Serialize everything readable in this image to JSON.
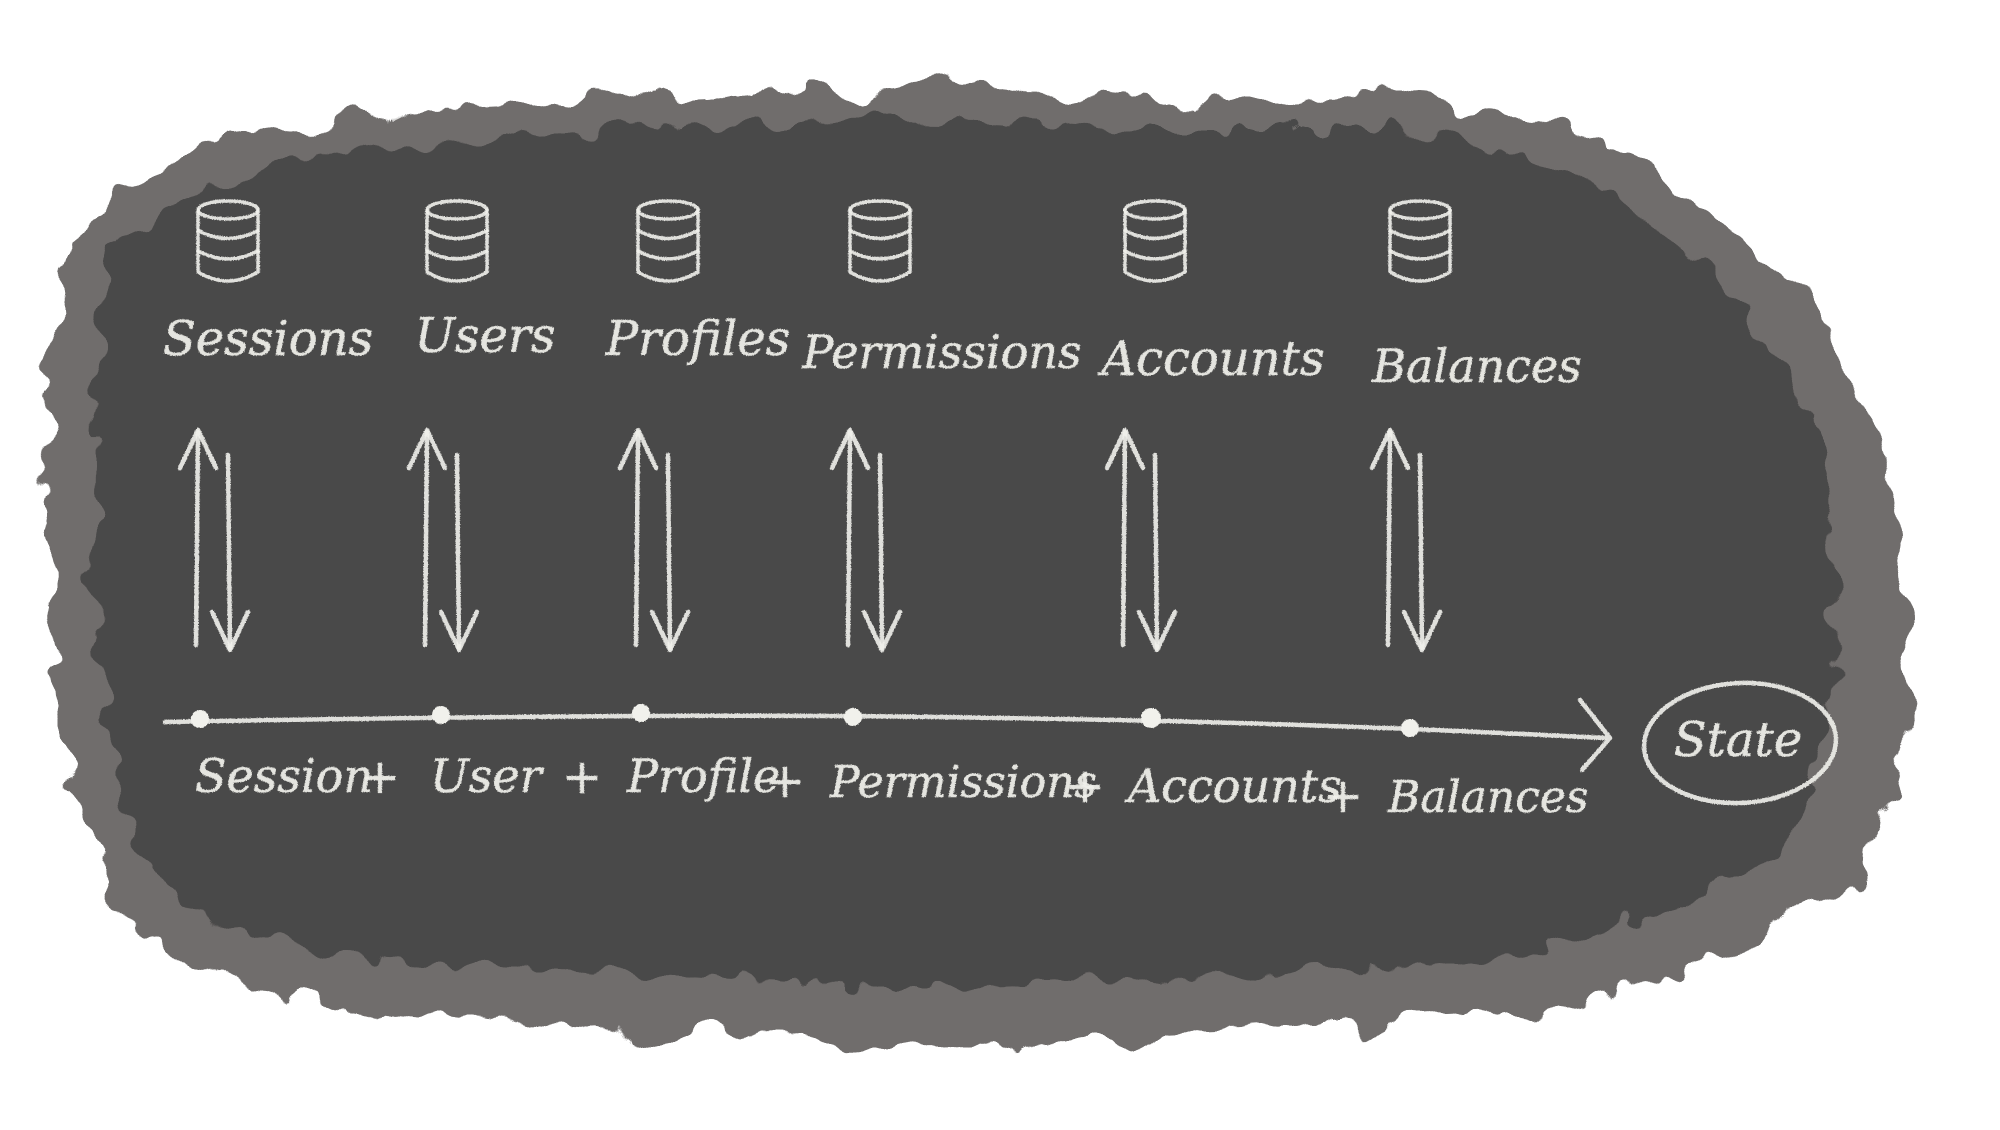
{
  "colors": {
    "board": "#4a4848",
    "board_edge": "#6f6d6c",
    "chalk": "#f1f1ec",
    "background": "#ffffff"
  },
  "stores": [
    {
      "label": "Sessions",
      "icon": "database-icon"
    },
    {
      "label": "Users",
      "icon": "database-icon"
    },
    {
      "label": "Profiles",
      "icon": "database-icon"
    },
    {
      "label": "Permissions",
      "icon": "database-icon"
    },
    {
      "label": "Accounts",
      "icon": "database-icon"
    },
    {
      "label": "Balances",
      "icon": "database-icon"
    }
  ],
  "timeline": {
    "terms": [
      "Session",
      "User",
      "Profile",
      "Permissions",
      "Accounts",
      "Balances"
    ],
    "operators": [
      "+",
      "+",
      "+",
      "+",
      "+"
    ],
    "result": "State"
  }
}
